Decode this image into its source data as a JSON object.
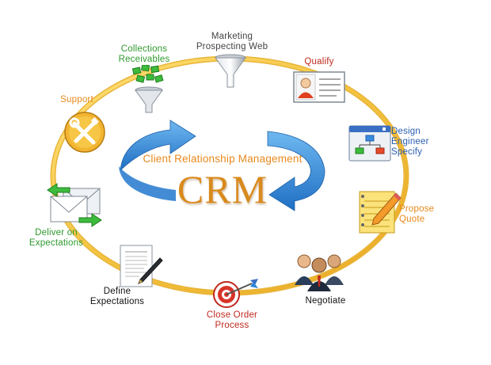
{
  "diagram": {
    "center_subtitle": "Client Relationship Management",
    "center_title": "CRM",
    "colors": {
      "ring": "#f4c542",
      "arrows": "#2e86d8",
      "title_orange": "#e8891c",
      "label_green": "#2e9a2e",
      "label_blue": "#2a5db0",
      "label_red": "#c0281e",
      "label_gray": "#444444",
      "label_black": "#111111"
    },
    "stages": [
      {
        "id": "marketing",
        "label_lines": [
          "Marketing",
          "Prospecting Web"
        ],
        "icon": "funnel-icon",
        "color": "#444444"
      },
      {
        "id": "qualify",
        "label_lines": [
          "Qualify"
        ],
        "icon": "profile-card-icon",
        "color": "#c0281e"
      },
      {
        "id": "design",
        "label_lines": [
          "Design",
          "Engineer",
          "Specify"
        ],
        "icon": "flowchart-window-icon",
        "color": "#2a5db0"
      },
      {
        "id": "propose",
        "label_lines": [
          "Propose",
          "Quote"
        ],
        "icon": "notepad-pencil-icon",
        "color": "#e8891c"
      },
      {
        "id": "negotiate",
        "label_lines": [
          "Negotiate"
        ],
        "icon": "people-group-icon",
        "color": "#111111"
      },
      {
        "id": "close",
        "label_lines": [
          "Close Order",
          "Process"
        ],
        "icon": "target-dart-icon",
        "color": "#c0281e"
      },
      {
        "id": "define",
        "label_lines": [
          "Define",
          "Expectations"
        ],
        "icon": "document-pen-icon",
        "color": "#111111"
      },
      {
        "id": "deliver",
        "label_lines": [
          "Deliver on",
          "Expectations"
        ],
        "icon": "mail-exchange-icon",
        "color": "#2e9a2e"
      },
      {
        "id": "support",
        "label_lines": [
          "Support"
        ],
        "icon": "tools-icon",
        "color": "#e8891c"
      },
      {
        "id": "collections",
        "label_lines": [
          "Collections",
          "Receivables"
        ],
        "icon": "money-funnel-icon",
        "color": "#2e9a2e"
      }
    ]
  }
}
